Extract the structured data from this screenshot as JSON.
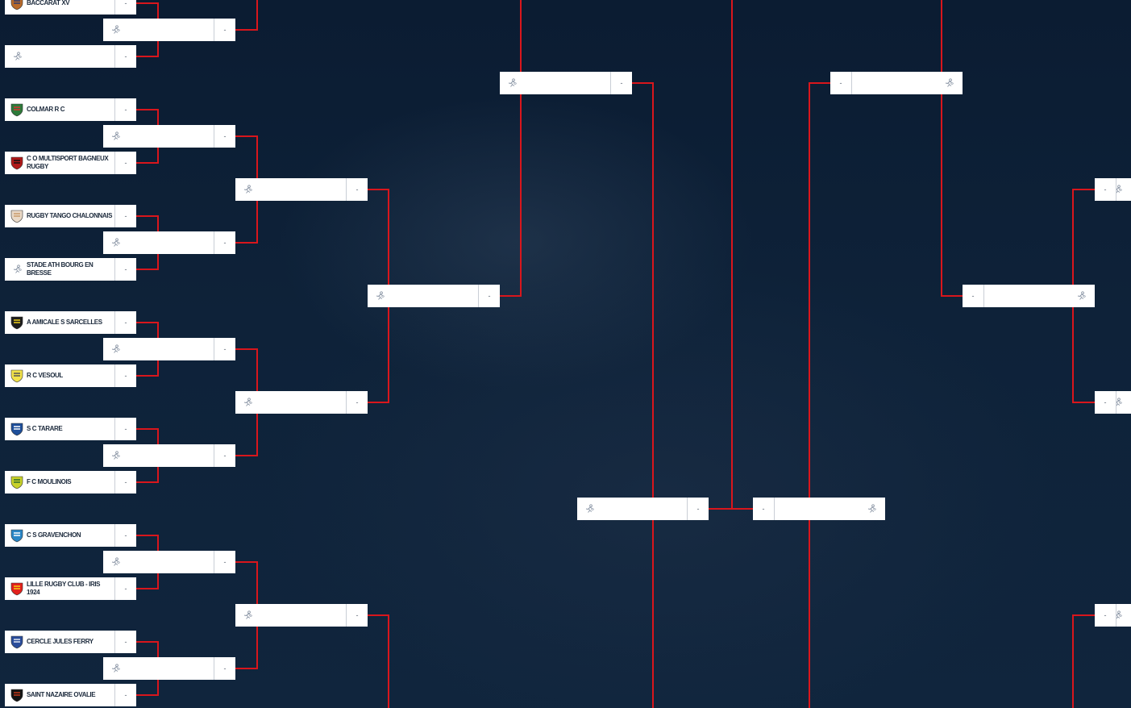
{
  "colors": {
    "background": "#0d1f35",
    "connector": "#d9161c",
    "box": "#ffffff",
    "team_text": "#1c2a3c"
  },
  "score_placeholder": "-",
  "placeholder_icon": "rugby-player-placeholder-icon",
  "round1": [
    {
      "team": "BACCARAT XV",
      "logo": "club-crest-icon"
    },
    {
      "team": "",
      "logo": "rugby-player-placeholder-icon"
    },
    {
      "team": "COLMAR R C",
      "logo": "club-crest-icon"
    },
    {
      "team": "C O MULTISPORT BAGNEUX RUGBY",
      "logo": "club-crest-icon"
    },
    {
      "team": "RUGBY TANGO CHALONNAIS",
      "logo": "club-crest-icon"
    },
    {
      "team": "STADE ATH BOURG EN BRESSE",
      "logo": "rugby-player-placeholder-icon"
    },
    {
      "team": "A AMICALE S SARCELLES",
      "logo": "club-crest-icon"
    },
    {
      "team": "R C VESOUL",
      "logo": "club-crest-icon"
    },
    {
      "team": "S C TARARE",
      "logo": "club-crest-icon"
    },
    {
      "team": "F C MOULINOIS",
      "logo": "club-crest-icon"
    },
    {
      "team": "C S GRAVENCHON",
      "logo": "club-crest-icon"
    },
    {
      "team": "LILLE RUGBY CLUB - IRIS 1924",
      "logo": "club-crest-icon"
    },
    {
      "team": "CERCLE JULES FERRY",
      "logo": "club-crest-icon"
    },
    {
      "team": "SAINT NAZAIRE OVALIE",
      "logo": "club-crest-icon"
    }
  ]
}
